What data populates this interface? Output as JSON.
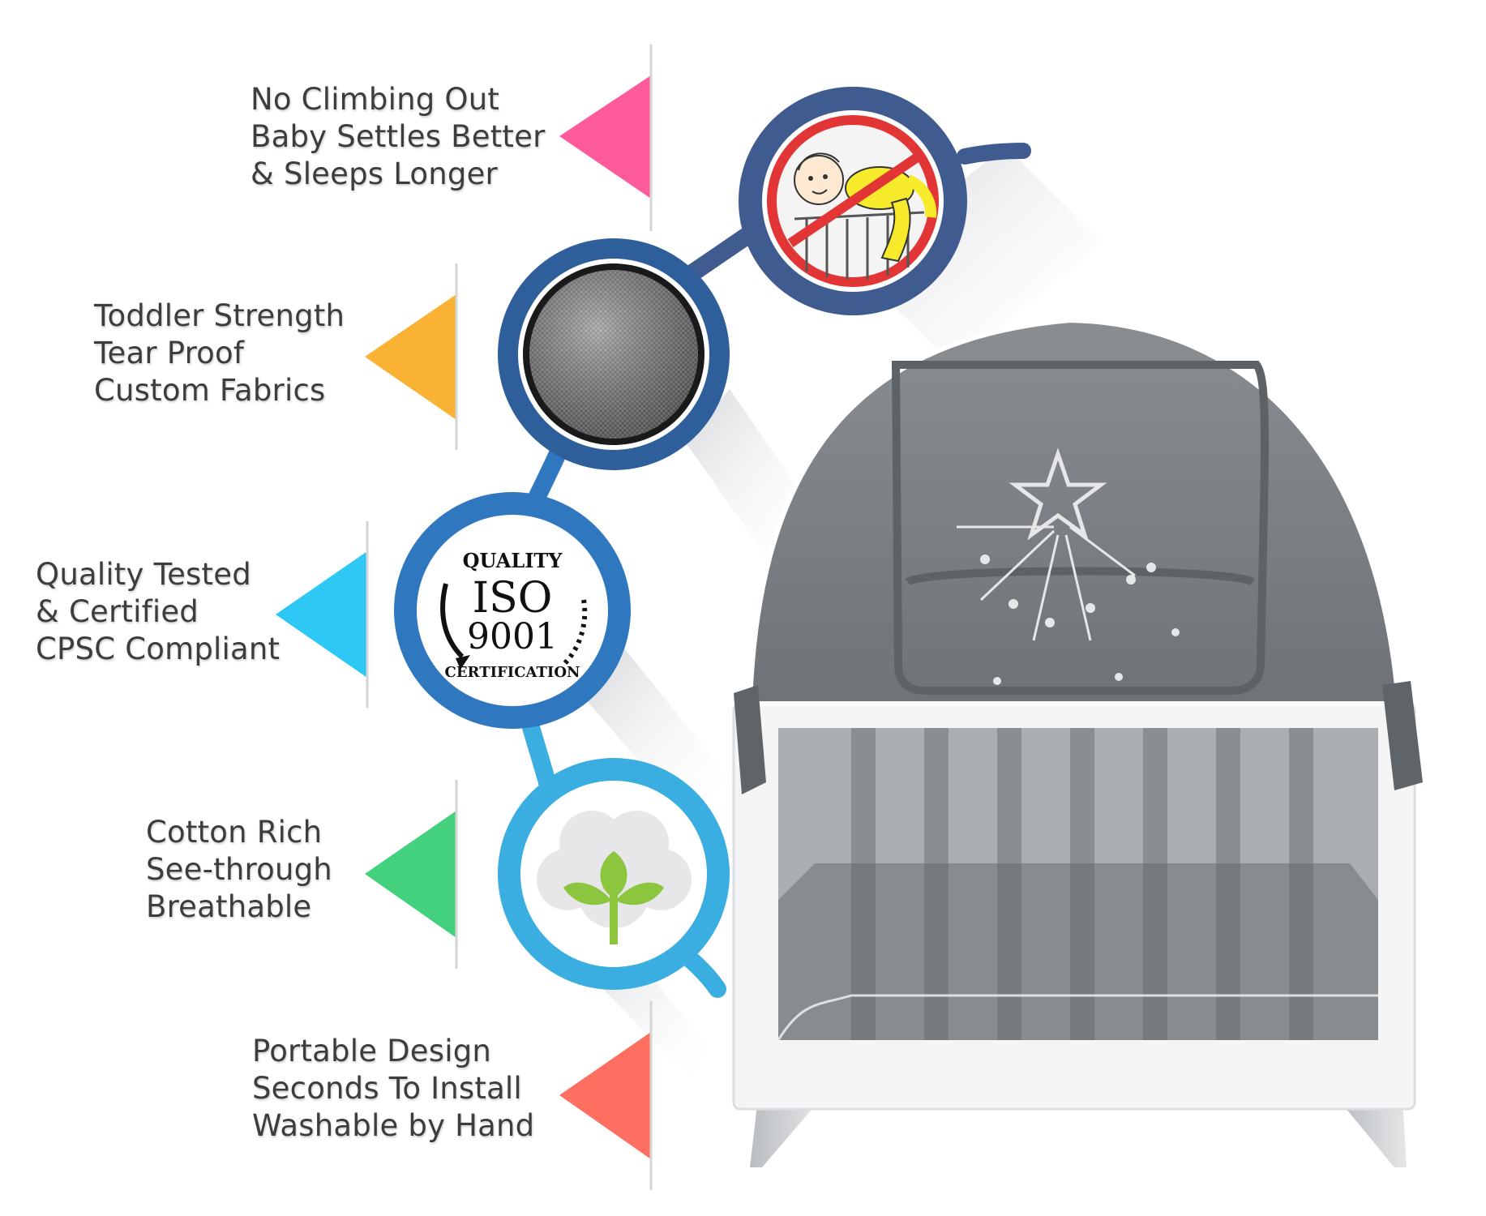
{
  "features": [
    {
      "lines": [
        "No Climbing Out",
        "Baby Settles Better",
        "& Sleeps Longer"
      ],
      "color": "#ff5a9a",
      "icon": "no-climbing-icon"
    },
    {
      "lines": [
        "Toddler Strength",
        "Tear Proof",
        "Custom Fabrics"
      ],
      "color": "#f9b233",
      "icon": "mesh-fabric-icon"
    },
    {
      "lines": [
        "Quality Tested",
        "& Certified",
        "CPSC Compliant"
      ],
      "color": "#2ec8f4",
      "icon": "iso-certification-icon"
    },
    {
      "lines": [
        "Cotton Rich",
        "See-through",
        "Breathable"
      ],
      "color": "#44d17e",
      "icon": "cotton-plant-icon"
    },
    {
      "lines": [
        "Portable Design",
        "Seconds To Install",
        "Washable by Hand"
      ],
      "color": "#ff6f61",
      "icon": "crib-tent-product-image"
    }
  ],
  "badge": {
    "top": "QUALITY",
    "main": "ISO",
    "number": "9001",
    "bottom": "CERTIFICATION"
  },
  "colors": {
    "ring_navy": "#3f5b8f",
    "ring_blue": "#2f78c0",
    "ring_light": "#3aaee0",
    "tent_grey": "#7c8185",
    "crib_white": "#f4f5f6"
  }
}
